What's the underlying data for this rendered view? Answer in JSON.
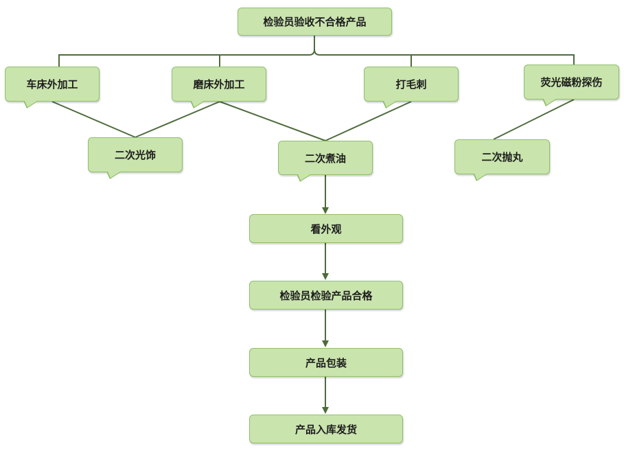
{
  "nodes": {
    "inspector_receives_nonconforming": "检验员验收不合格产品",
    "lathe_machining": "车床外加工",
    "grinder_machining": "磨床外加工",
    "deburring": "打毛刺",
    "fluorescent_magnetic_inspection": "荧光磁粉探伤",
    "second_finishing": "二次光饰",
    "second_oil_boiling": "二次煮油",
    "second_shot_blasting": "二次抛丸",
    "visual_inspection": "看外观",
    "inspector_confirms_qualified": "检验员检验产品合格",
    "product_packaging": "产品包装",
    "warehouse_and_shipping": "产品入库发货"
  },
  "colors": {
    "node_fill": "#c9e4ad",
    "node_border": "#8fbf6a",
    "connector": "#4e6b3c"
  }
}
